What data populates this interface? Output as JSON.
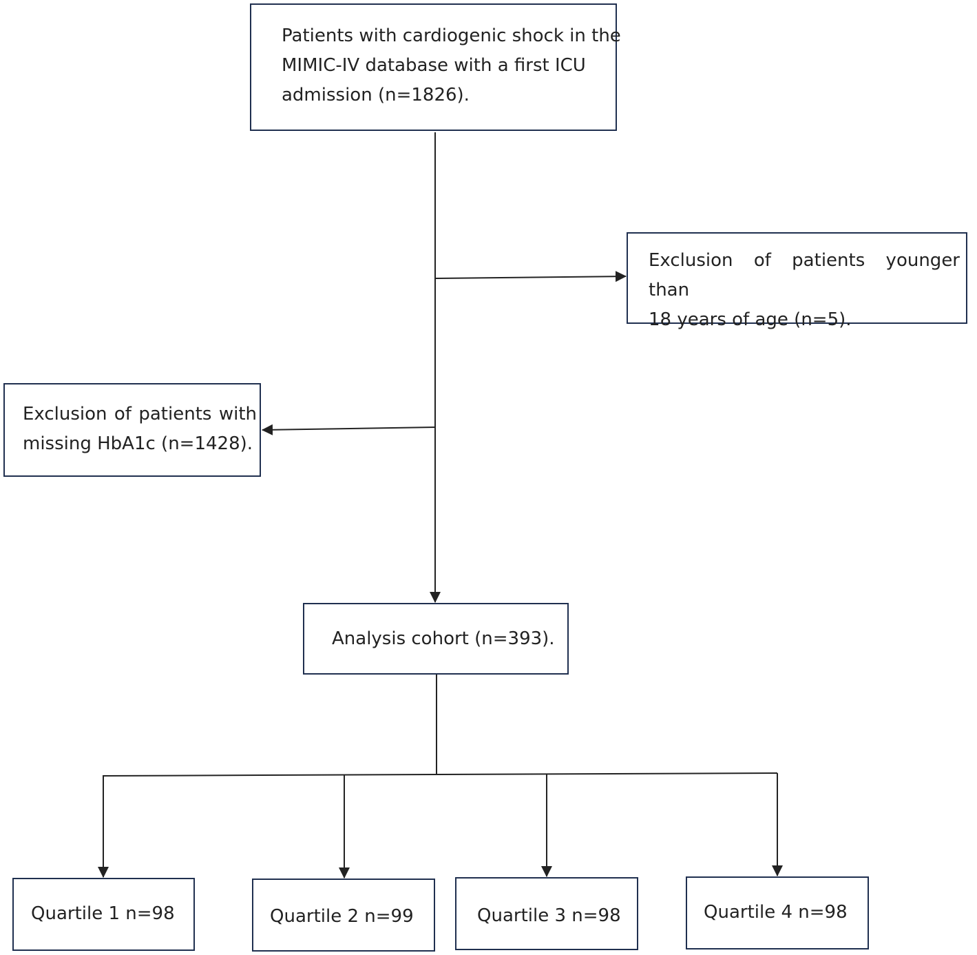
{
  "start_box": {
    "line1": "Patients with cardiogenic shock in the",
    "line2": "MIMIC-IV database with a first ICU",
    "line3": "admission (n=1826)."
  },
  "exclusion_age": {
    "line1": "Exclusion of patients younger than",
    "line2": "18 years of age (n=5)."
  },
  "exclusion_hba1c": {
    "line1": "Exclusion of patients with",
    "line2": "missing HbA1c (n=1428)."
  },
  "analysis_cohort": {
    "label": "Analysis cohort (n=393)."
  },
  "quartiles": [
    {
      "label": "Quartile 1 n=98"
    },
    {
      "label": "Quartile 2 n=99"
    },
    {
      "label": "Quartile 3 n=98"
    },
    {
      "label": "Quartile 4 n=98"
    }
  ],
  "colors": {
    "box_border": "#1f2f4f",
    "connector": "#222222",
    "text": "#222222"
  }
}
